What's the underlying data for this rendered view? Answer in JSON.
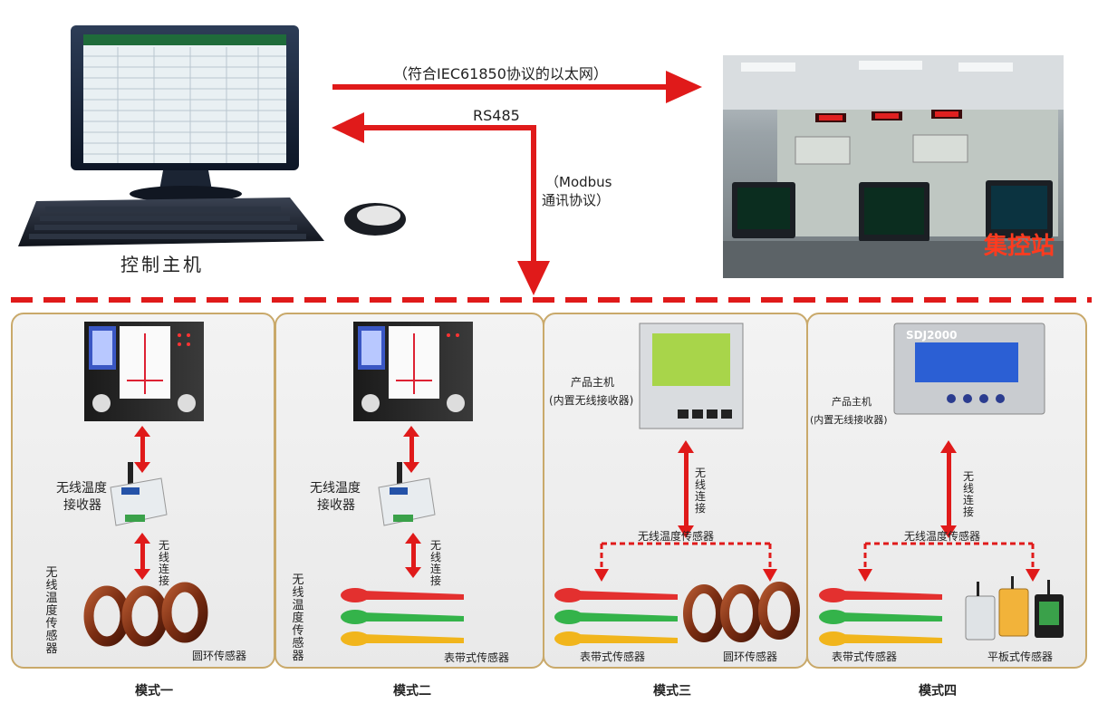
{
  "top": {
    "host_label": "控制主机",
    "ethernet_label": "（符合IEC61850协议的以太网）",
    "rs485_label": "RS485",
    "modbus_label_1": "（Modbus",
    "modbus_label_2": "通讯协议）",
    "station_label": "集控站"
  },
  "modes": [
    {
      "title": "模式一",
      "receiver_1": "无线温度",
      "receiver_2": "接收器",
      "sensor_v": "无线温度传感器",
      "wireless": "无线连接",
      "ring_label": "圆环传感器"
    },
    {
      "title": "模式二",
      "receiver_1": "无线温度",
      "receiver_2": "接收器",
      "sensor_v": "无线温度传感器",
      "wireless": "无线连接",
      "strap_label": "表带式传感器"
    },
    {
      "title": "模式三",
      "host_1": "产品主机",
      "host_2": "(内置无线接收器)",
      "wireless": "无线连接",
      "sensor_h": "无线温度传感器",
      "strap_label": "表带式传感器",
      "ring_label": "圆环传感器"
    },
    {
      "title": "模式四",
      "host_1": "产品主机",
      "host_2": "(内置无线接收器)",
      "device_brand": "SDJ2000",
      "wireless": "无线连接",
      "sensor_h": "无线温度传感器",
      "strap_label": "表带式传感器",
      "flat_label": "平板式传感器"
    }
  ],
  "colors": {
    "arrow": "#e01a1a",
    "divider": "#e01a1a",
    "panel_border": "#c9a96a",
    "station_text": "#ff3b1f"
  }
}
